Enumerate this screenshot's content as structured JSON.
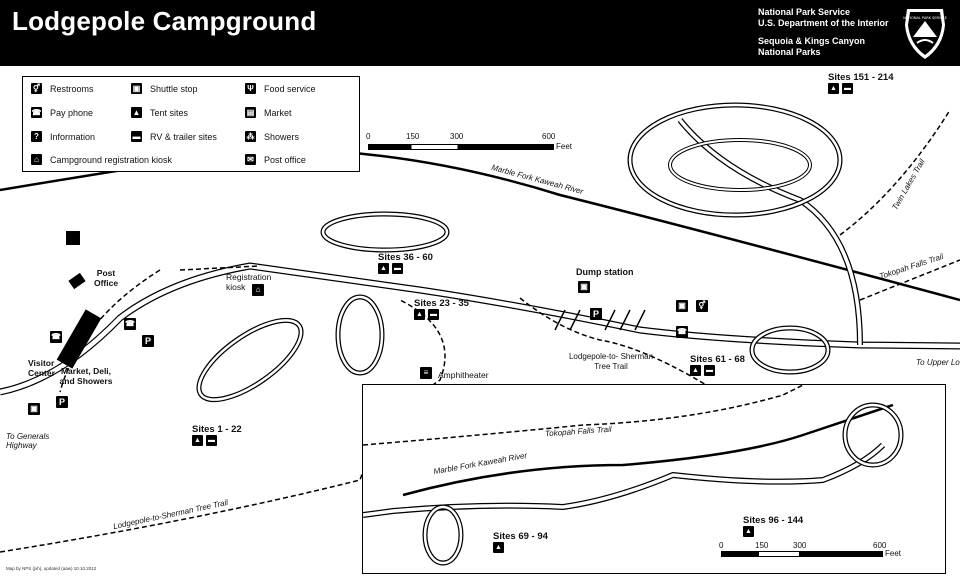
{
  "header": {
    "title": "Lodgepole Campground",
    "agency_line1": "National Park Service",
    "agency_line2": "U.S. Department of the Interior",
    "parks_line1": "Sequoia & Kings Canyon",
    "parks_line2": "National Parks",
    "logo_text": "NATIONAL PARK SERVICE"
  },
  "legend": {
    "items": [
      {
        "label": "Restrooms",
        "icon": "restroom-icon"
      },
      {
        "label": "Shuttle stop",
        "icon": "shuttle-icon"
      },
      {
        "label": "Food service",
        "icon": "food-icon"
      },
      {
        "label": "Pay phone",
        "icon": "phone-icon"
      },
      {
        "label": "Tent sites",
        "icon": "tent-icon"
      },
      {
        "label": "Market",
        "icon": "market-icon"
      },
      {
        "label": "Information",
        "icon": "info-icon"
      },
      {
        "label": "RV & trailer sites",
        "icon": "rv-icon"
      },
      {
        "label": "Showers",
        "icon": "shower-icon"
      },
      {
        "label": "Campground registration kiosk",
        "icon": "kiosk-icon"
      },
      {
        "label": "Post office",
        "icon": "mail-icon"
      }
    ]
  },
  "scale_main": {
    "ticks": [
      "0",
      "150",
      "300",
      "600"
    ],
    "unit": "Feet"
  },
  "scale_inset": {
    "ticks": [
      "0",
      "150",
      "300",
      "600"
    ],
    "unit": "Feet"
  },
  "labels": {
    "river": "Marble Fork Kaweah River",
    "river_inset": "Marble Fork Kaweah River",
    "twin_lakes": "Twin Lakes Trail",
    "tokopah_main": "Tokopah Falls Trail",
    "tokopah_inset": "Tokopah Falls Trail",
    "upper_loop": "To Upper Loop",
    "generals": "To Generals Highway",
    "post_office": "Post Office",
    "visitor_center": "Visitor Center",
    "market": "Market, Deli, and Showers",
    "registration": "Registration kiosk",
    "dump": "Dump station",
    "amphitheater": "Amphitheater",
    "sherman_main": "Lodgepole-to- Sherman Tree Trail",
    "sherman_lower": "Lodgepole-to-Sherman Tree Trail"
  },
  "sites": {
    "s151": "Sites 151 - 214",
    "s36": "Sites 36 - 60",
    "s23": "Sites 23 - 35",
    "s61": "Sites 61 - 68",
    "s1": "Sites 1 - 22",
    "s69": "Sites 69 - 94",
    "s96": "Sites 96 - 144"
  },
  "credit": "Map by NPS (jxh), updated (aaw) 10.10.2012"
}
